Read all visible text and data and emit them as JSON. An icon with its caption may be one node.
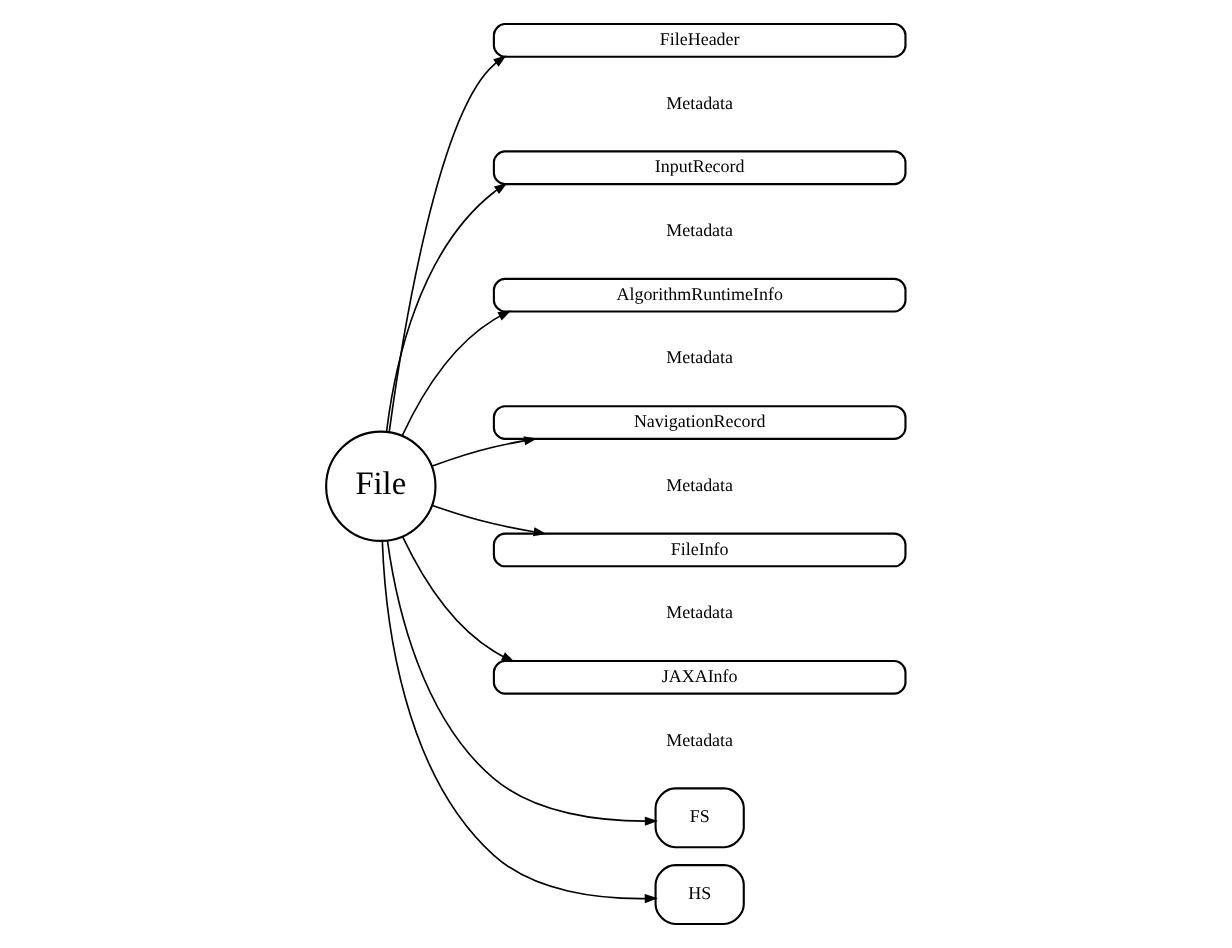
{
  "diagram": {
    "nodes": [
      {
        "text": [
          "File"
        ]
      },
      {
        "text": [
          "FileHeader"
        ],
        "beside": [
          "Metadata"
        ]
      },
      {
        "text": [
          "InputRecord"
        ],
        "beside": [
          "Metadata"
        ]
      },
      {
        "text": [
          "AlgorithmRuntimeInfo"
        ],
        "beside": [
          "Metadata"
        ]
      },
      {
        "text": [
          "NavigationRecord"
        ],
        "beside": [
          "Metadata"
        ]
      },
      {
        "text": [
          "FileInfo"
        ],
        "beside": [
          "Metadata"
        ]
      },
      {
        "text": [
          "JAXAInfo"
        ],
        "beside": [
          "Metadata"
        ]
      },
      {
        "text": [
          "FS"
        ]
      },
      {
        "text": [
          "HS"
        ]
      }
    ],
    "edges": [
      {
        "from": 0,
        "to": 1,
        "arrow": "to"
      },
      {
        "from": 0,
        "to": 2,
        "arrow": "to"
      },
      {
        "from": 0,
        "to": 3,
        "arrow": "to"
      },
      {
        "from": 0,
        "to": 4,
        "arrow": "to"
      },
      {
        "from": 0,
        "to": 5,
        "arrow": "to"
      },
      {
        "from": 0,
        "to": 6,
        "arrow": "to"
      },
      {
        "from": 0,
        "to": 7,
        "arrow": "to"
      },
      {
        "from": 0,
        "to": 8,
        "arrow": "to"
      }
    ]
  }
}
